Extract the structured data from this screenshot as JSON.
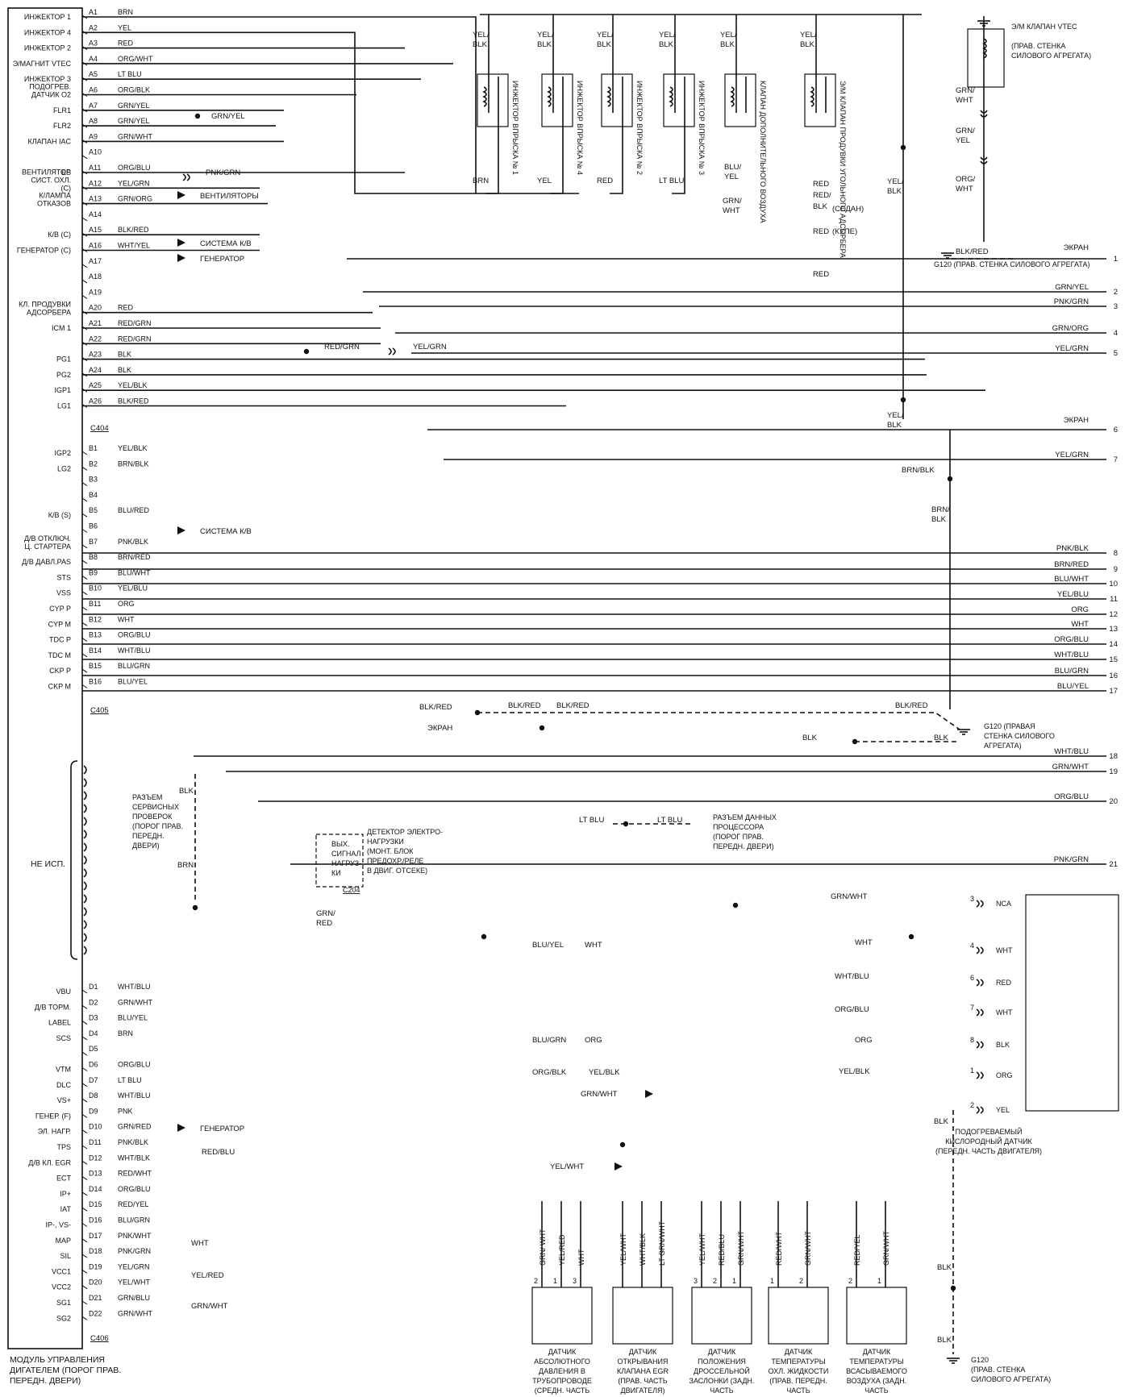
{
  "ecm": {
    "module_title": "МОДУЛЬ УПРАВЛЕНИЯ ДИГАТЕЛЕМ (ПОРОГ ПРАВ. ПЕРЕДН. ДВЕРИ)",
    "not_used": "НЕ ИСП.",
    "connectors": [
      "C404",
      "C405",
      "C406"
    ]
  },
  "a_pins": [
    {
      "fn": "ИНЖЕКТОР 1",
      "pin": "A1",
      "color": "BRN"
    },
    {
      "fn": "ИНЖЕКТОР 4",
      "pin": "A2",
      "color": "YEL"
    },
    {
      "fn": "ИНЖЕКТОР 2",
      "pin": "A3",
      "color": "RED"
    },
    {
      "fn": "Э/МАГНИТ VTEC",
      "pin": "A4",
      "color": "ORG/WHT"
    },
    {
      "fn": "ИНЖЕКТОР 3",
      "pin": "A5",
      "color": "LT BLU"
    },
    {
      "fn": "ПОДОГРЕВ. ДАТЧИК O2",
      "pin": "A6",
      "color": "ORG/BLK"
    },
    {
      "fn": "FLR1",
      "pin": "A7",
      "color": "GRN/YEL"
    },
    {
      "fn": "FLR2",
      "pin": "A8",
      "color": "GRN/YEL"
    },
    {
      "fn": "КЛАПАН IAC",
      "pin": "A9",
      "color": "GRN/WHT"
    },
    {
      "fn": "",
      "pin": "A10",
      "color": ""
    },
    {
      "fn": "ES",
      "pin": "A11",
      "color": "ORG/BLU"
    },
    {
      "fn": "ВЕНТИЛЯТОР СИСТ. ОХЛ. (С)",
      "pin": "A12",
      "color": "YEL/GRN"
    },
    {
      "fn": "К/ЛАМПА ОТКАЗОВ",
      "pin": "A13",
      "color": "GRN/ORG"
    },
    {
      "fn": "",
      "pin": "A14",
      "color": ""
    },
    {
      "fn": "К/В (С)",
      "pin": "A15",
      "color": "BLK/RED"
    },
    {
      "fn": "ГЕНЕРАТОР (С)",
      "pin": "A16",
      "color": "WHT/YEL"
    },
    {
      "fn": "",
      "pin": "A17",
      "color": ""
    },
    {
      "fn": "",
      "pin": "A18",
      "color": ""
    },
    {
      "fn": "",
      "pin": "A19",
      "color": ""
    },
    {
      "fn": "КЛ. ПРОДУВКИ АДСОРБЕРА",
      "pin": "A20",
      "color": "RED"
    },
    {
      "fn": "ICM 1",
      "pin": "A21",
      "color": "RED/GRN"
    },
    {
      "fn": "",
      "pin": "A22",
      "color": "RED/GRN"
    },
    {
      "fn": "PG1",
      "pin": "A23",
      "color": "BLK"
    },
    {
      "fn": "PG2",
      "pin": "A24",
      "color": "BLK"
    },
    {
      "fn": "IGP1",
      "pin": "A25",
      "color": "YEL/BLK"
    },
    {
      "fn": "LG1",
      "pin": "A26",
      "color": "BLK/RED"
    }
  ],
  "b_pins": [
    {
      "fn": "IGP2",
      "pin": "B1",
      "color": "YEL/BLK"
    },
    {
      "fn": "LG2",
      "pin": "B2",
      "color": "BRN/BLK"
    },
    {
      "fn": "",
      "pin": "B3",
      "color": ""
    },
    {
      "fn": "",
      "pin": "B4",
      "color": ""
    },
    {
      "fn": "К/В (S)",
      "pin": "B5",
      "color": "BLU/RED"
    },
    {
      "fn": "",
      "pin": "B6",
      "color": ""
    },
    {
      "fn": "Д/В ОТКЛЮЧ. Ц. СТАРТЕРА",
      "pin": "B7",
      "color": "PNK/BLK"
    },
    {
      "fn": "Д/В ДАВЛ.PAS",
      "pin": "B8",
      "color": "BRN/RED"
    },
    {
      "fn": "STS",
      "pin": "B9",
      "color": "BLU/WHT"
    },
    {
      "fn": "VSS",
      "pin": "B10",
      "color": "YEL/BLU"
    },
    {
      "fn": "CYP P",
      "pin": "B11",
      "color": "ORG"
    },
    {
      "fn": "CYP M",
      "pin": "B12",
      "color": "WHT"
    },
    {
      "fn": "TDC P",
      "pin": "B13",
      "color": "ORG/BLU"
    },
    {
      "fn": "TDC M",
      "pin": "B14",
      "color": "WHT/BLU"
    },
    {
      "fn": "CKP P",
      "pin": "B15",
      "color": "BLU/GRN"
    },
    {
      "fn": "CKP M",
      "pin": "B16",
      "color": "BLU/YEL"
    }
  ],
  "d_pins": [
    {
      "fn": "VBU",
      "pin": "D1",
      "color": "WHT/BLU"
    },
    {
      "fn": "Д/В ТОРМ.",
      "pin": "D2",
      "color": "GRN/WHT"
    },
    {
      "fn": "LABEL",
      "pin": "D3",
      "color": "BLU/YEL"
    },
    {
      "fn": "SCS",
      "pin": "D4",
      "color": "BRN"
    },
    {
      "fn": "",
      "pin": "D5",
      "color": ""
    },
    {
      "fn": "VTM",
      "pin": "D6",
      "color": "ORG/BLU"
    },
    {
      "fn": "DLC",
      "pin": "D7",
      "color": "LT BLU"
    },
    {
      "fn": "VS+",
      "pin": "D8",
      "color": "WHT/BLU"
    },
    {
      "fn": "ГЕНЕР. (F)",
      "pin": "D9",
      "color": "PNK"
    },
    {
      "fn": "ЭЛ. НАГР.",
      "pin": "D10",
      "color": "GRN/RED"
    },
    {
      "fn": "TPS",
      "pin": "D11",
      "color": "PNK/BLK"
    },
    {
      "fn": "Д/В КЛ. EGR",
      "pin": "D12",
      "color": "WHT/BLK"
    },
    {
      "fn": "ECT",
      "pin": "D13",
      "color": "RED/WHT"
    },
    {
      "fn": "IP+",
      "pin": "D14",
      "color": "ORG/BLU"
    },
    {
      "fn": "IAT",
      "pin": "D15",
      "color": "RED/YEL"
    },
    {
      "fn": "IP-, VS-",
      "pin": "D16",
      "color": "BLU/GRN"
    },
    {
      "fn": "MAP",
      "pin": "D17",
      "color": "PNK/WHT"
    },
    {
      "fn": "SIL",
      "pin": "D18",
      "color": "PNK/GRN"
    },
    {
      "fn": "VCC1",
      "pin": "D19",
      "color": "YEL/GRN"
    },
    {
      "fn": "VCC2",
      "pin": "D20",
      "color": "YEL/WHT"
    },
    {
      "fn": "SG1",
      "pin": "D21",
      "color": "GRN/BLU"
    },
    {
      "fn": "SG2",
      "pin": "D22",
      "color": "GRN/WHT"
    }
  ],
  "right_terminals": [
    {
      "num": "1",
      "color": "ЭКРАН"
    },
    {
      "num": "2",
      "color": "GRN/YEL"
    },
    {
      "num": "3",
      "color": "PNK/GRN"
    },
    {
      "num": "4",
      "color": "GRN/ORG"
    },
    {
      "num": "5",
      "color": "YEL/GRN"
    },
    {
      "num": "6",
      "color": "ЭКРАН"
    },
    {
      "num": "7",
      "color": "YEL/GRN"
    },
    {
      "num": "8",
      "color": "PNK/BLK"
    },
    {
      "num": "9",
      "color": "BRN/RED"
    },
    {
      "num": "10",
      "color": "BLU/WHT"
    },
    {
      "num": "11",
      "color": "YEL/BLU"
    },
    {
      "num": "12",
      "color": "ORG"
    },
    {
      "num": "13",
      "color": "WHT"
    },
    {
      "num": "14",
      "color": "ORG/BLU"
    },
    {
      "num": "15",
      "color": "WHT/BLU"
    },
    {
      "num": "16",
      "color": "BLU/GRN"
    },
    {
      "num": "17",
      "color": "BLU/YEL"
    },
    {
      "num": "18",
      "color": "WHT/BLU"
    },
    {
      "num": "19",
      "color": "GRN/WHT"
    },
    {
      "num": "20",
      "color": "ORG/BLU"
    },
    {
      "num": "21",
      "color": "PNK/GRN"
    }
  ],
  "arrows": {
    "fans": "ВЕНТИЛЯТОРЫ",
    "ac_c": "СИСТЕМА К/В",
    "gen_c": "ГЕНЕРАТОР",
    "ac_s": "СИСТЕМА К/В",
    "gen_f": "ГЕНЕРАТОР"
  },
  "injectors": [
    {
      "label": "ИНЖЕКТОР ВПРЫСКА № 1",
      "top": "YEL/ BLK",
      "bottom": "BRN"
    },
    {
      "label": "ИНЖЕКТОР ВПРЫСКА № 4",
      "top": "YEL/ BLK",
      "bottom": "YEL"
    },
    {
      "label": "ИНЖЕКТОР ВПРЫСКА № 2",
      "top": "YEL/ BLK",
      "bottom": "RED"
    },
    {
      "label": "ИНЖЕКТОР ВПРЫСКА № 3",
      "top": "YEL/ BLK",
      "bottom": "LT BLU"
    },
    {
      "label": "КЛАПАН ДОПОЛНИТЕЛЬНОГО ВОЗДУХА",
      "top": "YEL/ BLK",
      "bottom": "BLU/ YEL"
    },
    {
      "label": "Э/М КЛАПАН ПРОДУВКИ УГОЛЬНОГО АДСОРБЕРА",
      "top": "YEL/ BLK",
      "bottom": "RED"
    }
  ],
  "labels": {
    "aux_air_grn_wht": "GRN/ WHT",
    "purge_red_blk": "RED/ BLK",
    "sedan": "(СЕДАН)",
    "coupe": "(КУПЕ)",
    "red": "RED",
    "yel_blk": "YEL/ BLK",
    "vtec_valve": "Э/М КЛАПАН VTEC (ПРАВ. СТЕНКА СИЛОВОГО АГРЕГАТА)",
    "vtec_grn_wht": "GRN/ WHT",
    "vtec_grn_yel": "GRN/ YEL",
    "vtec_org_wht": "ORG/ WHT",
    "g120_top": "G120  (ПРАВ. СТЕНКА СИЛОВОГО АГРЕГАТА)",
    "blk_red": "BLK/RED",
    "grn_yel": "GRN/YEL",
    "pnk_grn": "PNK/GRN",
    "red_grn": "RED/GRN",
    "yel_grn": "YEL/GRN",
    "brn_blk": "BRN/BLK",
    "brn_blk2": "BRN/ BLK",
    "blk": "BLK",
    "ekran": "ЭКРАН",
    "g120_mid": "G120  (ПРАВАЯ СТЕНКА СИЛОВОГО АГРЕГАТА)",
    "service_conn": "РАЗЪЕМ СЕРВИСНЫХ ПРОВЕРОК (ПОРОГ ПРАВ. ПЕРЕДН. ДВЕРИ)",
    "brn": "BRN",
    "lt_blu": "LT BLU",
    "data_conn": "РАЗЪЕМ ДАННЫХ ПРОЦЕССОРА (ПОРОГ ПРАВ. ПЕРЕДН. ДВЕРИ)",
    "eld_box": "ВЫХ. СИГНАЛ НАГРУЗ- КИ",
    "eld_desc": "ДЕТЕКТОР ЭЛЕКТРО- НАГРУЗКИ (МОНТ. БЛОК ПРЕДОХР./РЕЛЕ В ДВИГ. ОТСЕКЕ)",
    "c204": "C204",
    "grn_red": "GRN/ RED",
    "grn_wht": "GRN/WHT",
    "blu_yel": "BLU/YEL",
    "wht": "WHT",
    "wht_blu": "WHT/BLU",
    "org_blu": "ORG/BLU",
    "blu_grn": "BLU/GRN",
    "org": "ORG",
    "org_blk": "ORG/BLK",
    "yel_blk_flat": "YEL/BLK",
    "red_blu": "RED/BLU",
    "yel_wht": "YEL/WHT",
    "yel_red": "YEL/RED",
    "grn_wht_arrow": "GRN/WHT",
    "o2_sensor": "ПОДОГРЕВАЕМЫЙ КИСЛОРОДНЫЙ ДАТЧИК (ПЕРЕДН. ЧАСТЬ ДВИГАТЕЛЯ)",
    "o2_pins": [
      "NCA",
      "WHT",
      "RED",
      "WHT",
      "BLK",
      "ORG",
      "YEL"
    ],
    "g120_bottom": "G120  (ПРАВ. СТЕНКА СИЛОВОГО АГРЕГАТА)"
  },
  "sensors": [
    {
      "name": "ДАТЧИК АБСОЛЮТНОГО ДАВЛЕНИЯ В ТРУБОПРОВОДЕ (СРЕДН. ЧАСТЬ ДВИГАТЕЛЯ)",
      "wires": [
        "GRN/ WHT",
        "YEL/RED",
        "WHT"
      ],
      "pins": [
        "2",
        "1",
        "3"
      ]
    },
    {
      "name": "ДАТЧИК ОТКРЫВАНИЯ КЛАПАНА EGR (ПРАВ. ЧАСТЬ ДВИГАТЕЛЯ)",
      "wires": [
        "YEL/WHT",
        "WHT/BLK",
        "LT GRN/WHT"
      ],
      "pins": []
    },
    {
      "name": "ДАТЧИК ПОЛОЖЕНИЯ ДРОССЕЛЬНОЙ ЗАСЛОНКИ (ЗАДН. ЧАСТЬ ДВИГАТЕЛЯ)",
      "wires": [
        "YEL/WHT",
        "RED/BLU",
        "GRN/WHT"
      ],
      "pins": [
        "3",
        "2",
        "1"
      ]
    },
    {
      "name": "ДАТЧИК ТЕМПЕРАТУРЫ ОХЛ. ЖИДКОСТИ (ПРАВ. ПЕРЕДН. ЧАСТЬ ДВИГАТЕЛЯ)",
      "wires": [
        "RED/WHT",
        "GRN/WHT"
      ],
      "pins": [
        "1",
        "2"
      ]
    },
    {
      "name": "ДАТЧИК ТЕМПЕРАТУРЫ ВСАСЫВАЕМОГО ВОЗДУХА (ЗАДН. ЧАСТЬ ДВИГАТЕЛЯ)",
      "wires": [
        "RED/YEL",
        "GRN/WHT"
      ],
      "pins": [
        "2",
        "1"
      ]
    }
  ]
}
